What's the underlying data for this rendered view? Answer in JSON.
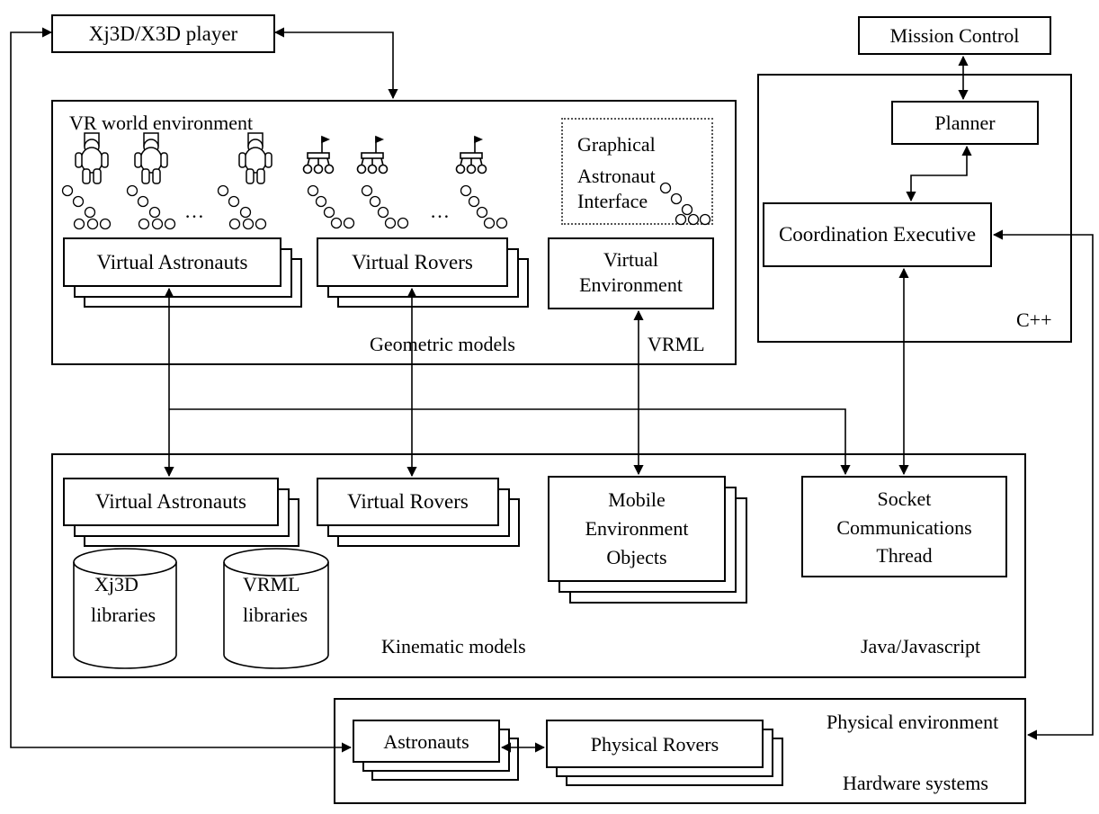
{
  "top": {
    "player_label": "Xj3D/X3D player"
  },
  "vr_world": {
    "title": "VR world environment",
    "astronauts_label": "Virtual Astronauts",
    "rovers_label": "Virtual Rovers",
    "environment_label_line1": "Virtual",
    "environment_label_line2": "Environment",
    "gai_line1": "Graphical",
    "gai_line2": "Astronaut",
    "gai_line3": "Interface",
    "footer_geometric": "Geometric models",
    "footer_vrml": "VRML",
    "ellipsis": "…"
  },
  "cplusplus": {
    "mission_control": "Mission Control",
    "planner": "Planner",
    "coordination": "Coordination Executive",
    "language": "C++"
  },
  "kinematic": {
    "astronauts_label": "Virtual Astronauts",
    "rovers_label": "Virtual Rovers",
    "mobile_line1": "Mobile",
    "mobile_line2": "Environment",
    "mobile_line3": "Objects",
    "socket_line1": "Socket",
    "socket_line2": "Communications",
    "socket_line3": "Thread",
    "xj3d_lib_line1": "Xj3D",
    "xj3d_lib_line2": "libraries",
    "vrml_lib_line1": "VRML",
    "vrml_lib_line2": "libraries",
    "footer_kinematic": "Kinematic models",
    "footer_language": "Java/Javascript"
  },
  "physical": {
    "title": "Physical environment",
    "astronauts_label": "Astronauts",
    "rovers_label": "Physical Rovers",
    "footer": "Hardware systems"
  }
}
